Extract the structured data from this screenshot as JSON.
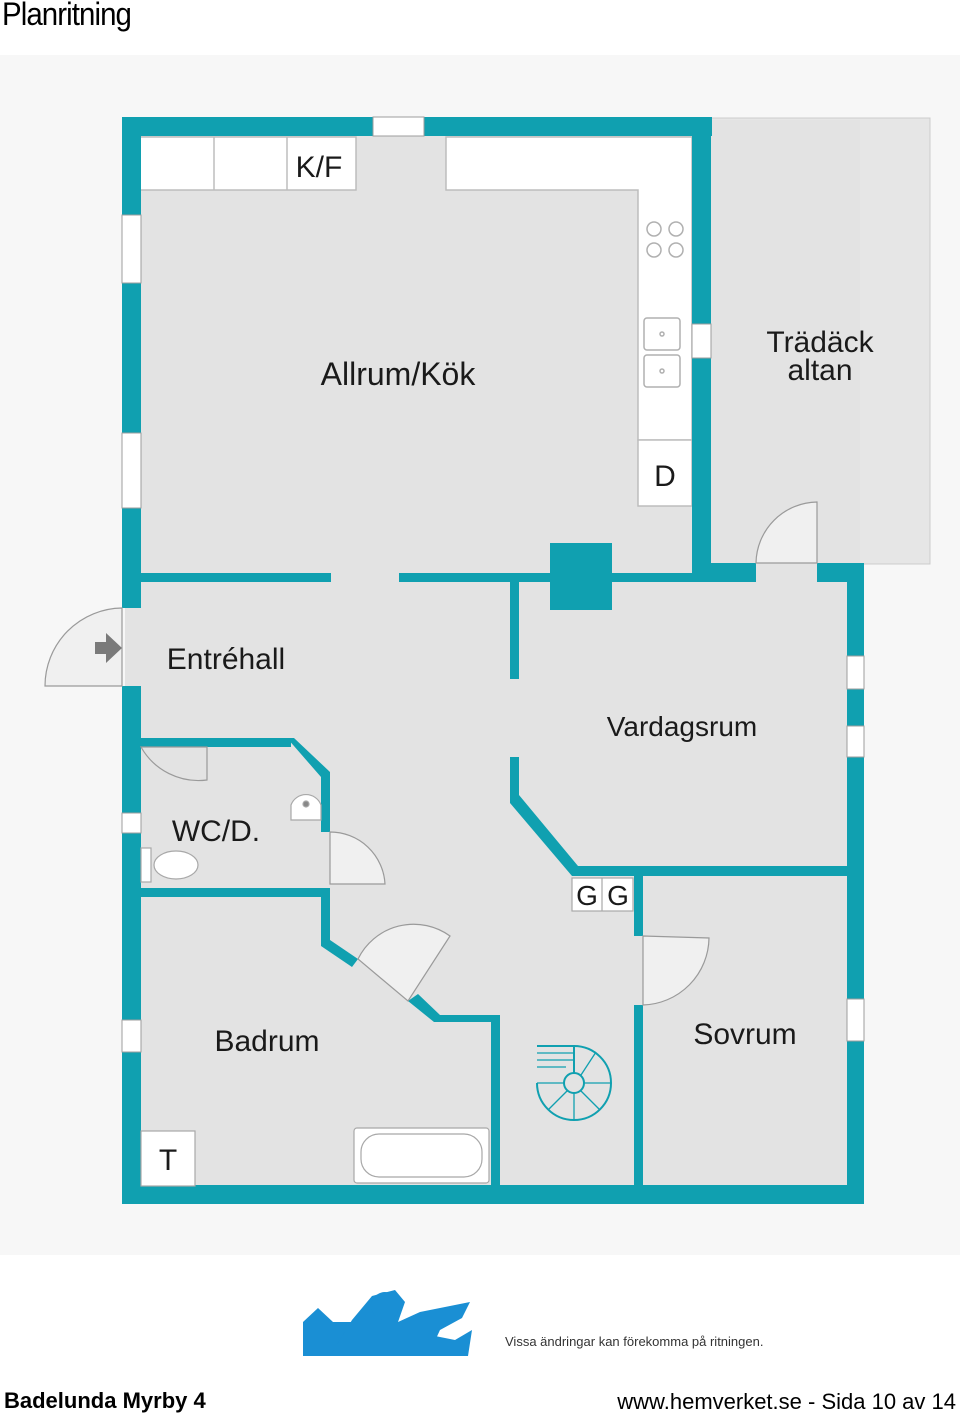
{
  "page": {
    "title": "Planritning"
  },
  "rooms": {
    "kf": "K/F",
    "allrum": "Allrum/Kök",
    "d": "D",
    "tradack_line1": "Trädäck",
    "tradack_line2": "altan",
    "entrehall": "Entréhall",
    "vardagsrum": "Vardagsrum",
    "wc": "WC/D.",
    "g1": "G",
    "g2": "G",
    "badrum": "Badrum",
    "sovrum": "Sovrum",
    "t": "T"
  },
  "footer": {
    "disclaimer": "Vissa ändringar kan förekomma på ritningen.",
    "property": "Badelunda Myrby 4",
    "site_page": "www.hemverket.se - Sida 10 av 14"
  },
  "colors": {
    "wall": "#10a0b0",
    "floor": "#e3e3e3",
    "deck": "#e6e6e6",
    "logo": "#1a8fd4"
  },
  "icons": {
    "entry_arrow": "arrow-right-icon",
    "logo": "winged-lion-logo"
  }
}
